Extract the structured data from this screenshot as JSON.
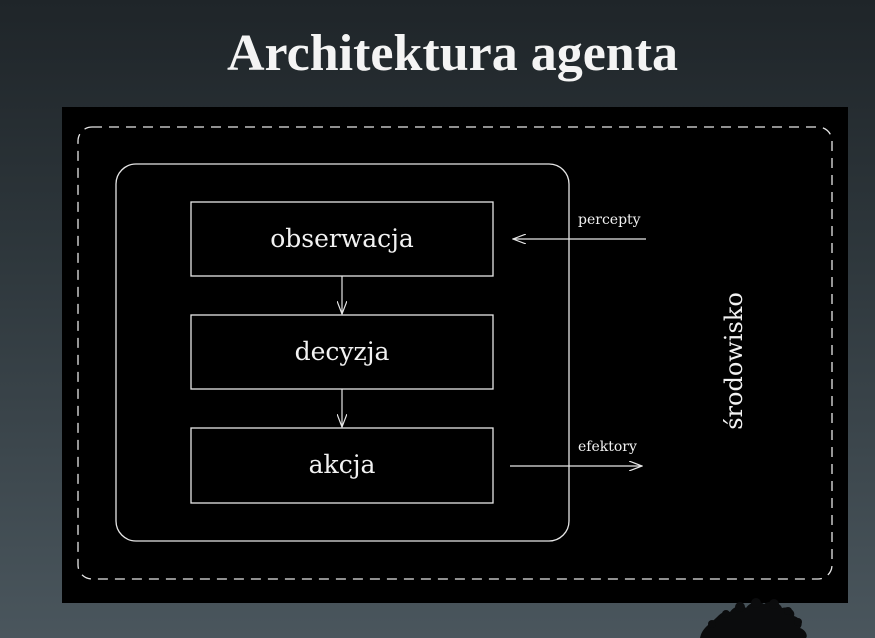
{
  "slide": {
    "title": "Architektura agenta"
  },
  "diagram": {
    "boxes": [
      {
        "id": "observation",
        "label": "obserwacja"
      },
      {
        "id": "decision",
        "label": "decyzja"
      },
      {
        "id": "action",
        "label": "akcja"
      }
    ],
    "arrows": {
      "percepts_label": "percepty",
      "effectors_label": "efektory"
    },
    "environment_label": "środowisko"
  },
  "colors": {
    "background_top": "#1f2529",
    "background_bottom": "#4a565d",
    "panel": "#000000",
    "stroke": "#e6e6e6",
    "title": "#f4f4f4"
  },
  "icons": {
    "decoration": "tree-silhouette-icon"
  }
}
